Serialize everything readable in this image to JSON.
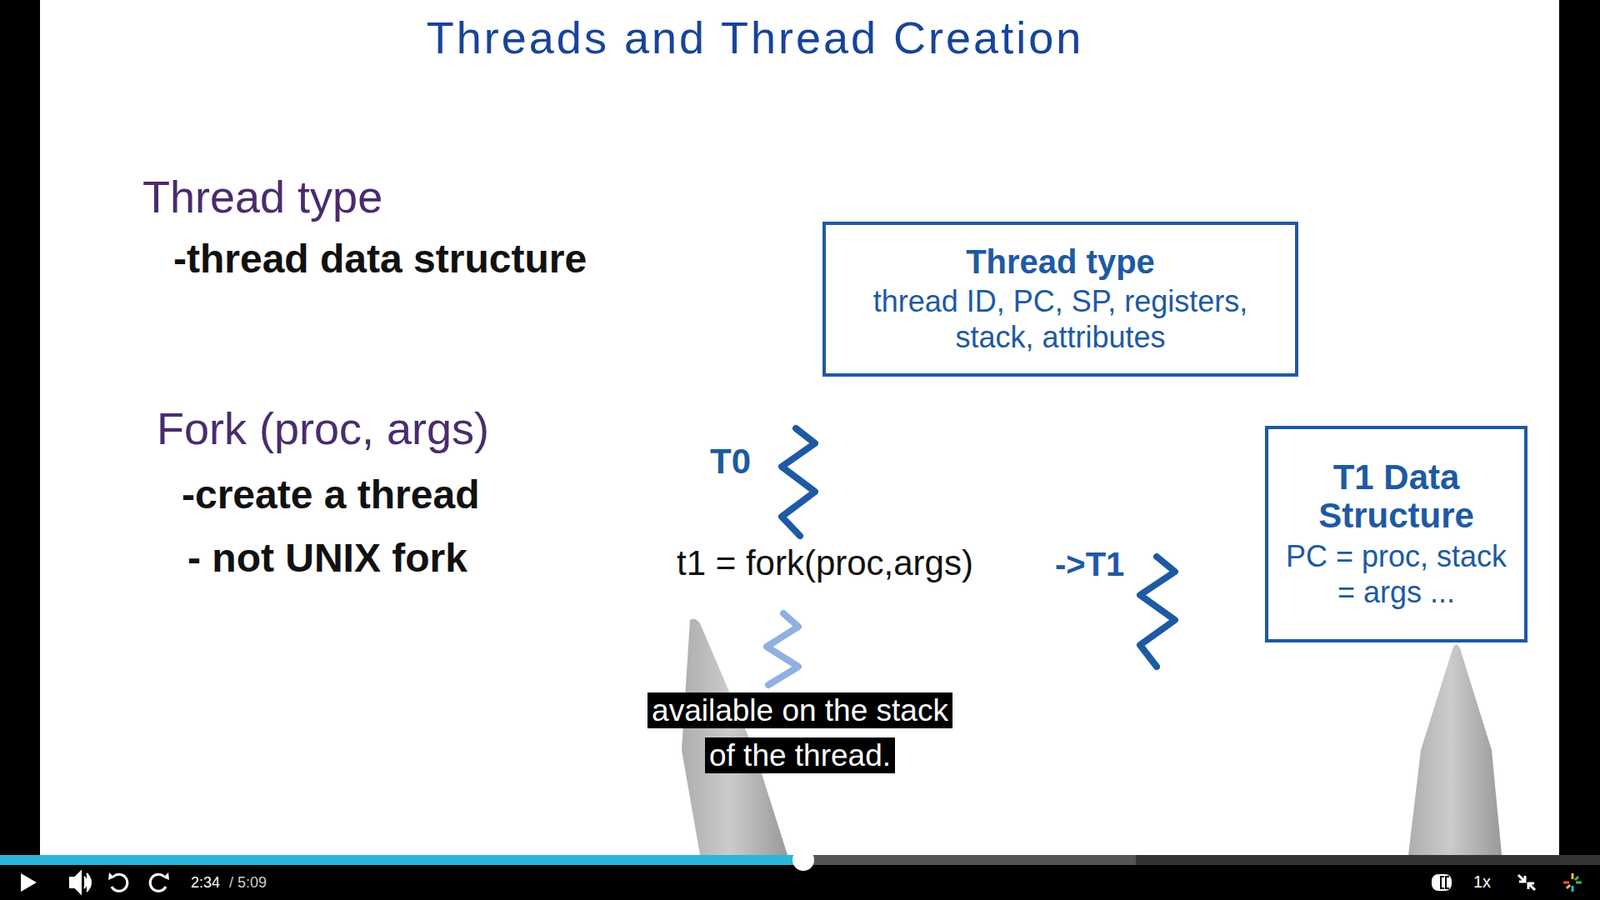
{
  "diagram": {
    "title": "Threads and Thread Creation",
    "nodes": [
      {
        "text": [
          "Thread type",
          "thread ID, PC, SP, registers, stack, attributes"
        ]
      },
      {
        "text": [
          "T1 Data Structure",
          "PC = proc, stack = args ..."
        ]
      }
    ],
    "labels": [
      "Thread type",
      "-thread data structure",
      "Fork (proc, args)",
      "-create a thread",
      "- not UNIX fork",
      "T0",
      "t1 = fork(proc,args)",
      "->T1",
      "available on the stack of the thread.",
      "2:34",
      "/ 5:09",
      "1x"
    ]
  }
}
